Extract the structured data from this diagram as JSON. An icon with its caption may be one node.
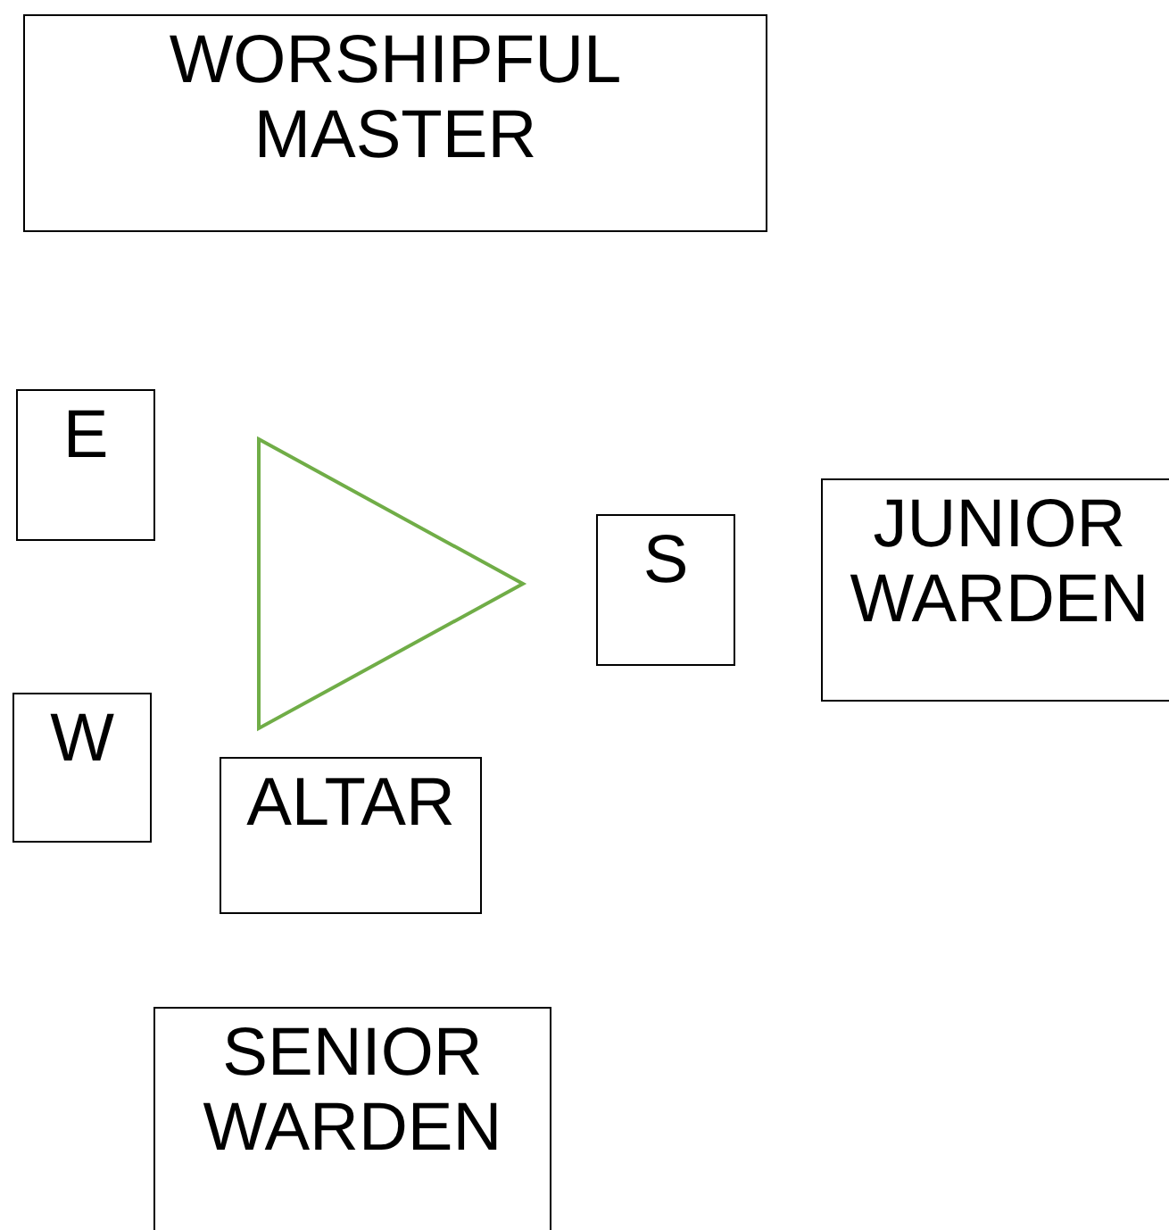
{
  "diagram": {
    "nodes": [
      {
        "text": [
          "WORSHIPFUL MASTER"
        ]
      },
      {
        "text": [
          "E"
        ]
      },
      {
        "text": [],
        "shape": "triangle"
      },
      {
        "text": [
          "JUNIOR WARDEN"
        ]
      },
      {
        "text": [
          "S"
        ]
      },
      {
        "text": [
          "W"
        ]
      },
      {
        "text": [
          "ALTAR"
        ]
      },
      {
        "text": [
          "SENIOR WARDEN"
        ]
      }
    ]
  }
}
